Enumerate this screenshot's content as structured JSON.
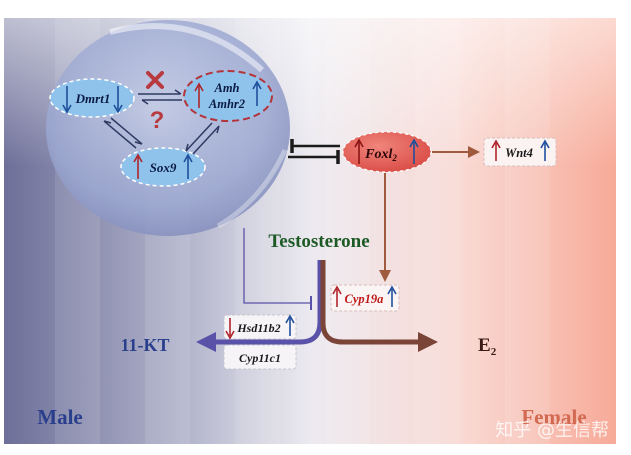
{
  "genes": {
    "dmrt1": "Dmrt1",
    "amh": "Amh",
    "amhr2": "Amhr2",
    "sox9": "Sox9",
    "foxl_base": "Foxl",
    "foxl_sub": "2",
    "wnt4": "Wnt4",
    "cyp19a": "Cyp19a",
    "hsd11b2": "Hsd11b2",
    "cyp11c1": "Cyp11c1"
  },
  "hormones": {
    "testosterone": "Testosterone",
    "kt11": "11-KT",
    "e2_base": "E",
    "e2_sub": "2"
  },
  "sex_labels": {
    "male": "Male",
    "female": "Female"
  },
  "symbols": {
    "question": "?"
  },
  "watermark": "知乎 @生信帮",
  "colors": {
    "up_arrow": "#b0252b",
    "down_arrow": "#1f4f9c",
    "male_text": "#2a3f8c",
    "female_text": "#d26a52",
    "testosterone_text": "#1d5a25",
    "foxl_fill": "#e25d55",
    "cyp19a_text": "#c01818",
    "kt_path": "#5a52a8",
    "e2_path": "#7a4438",
    "blue_node_fill": "#8fc3eb"
  }
}
